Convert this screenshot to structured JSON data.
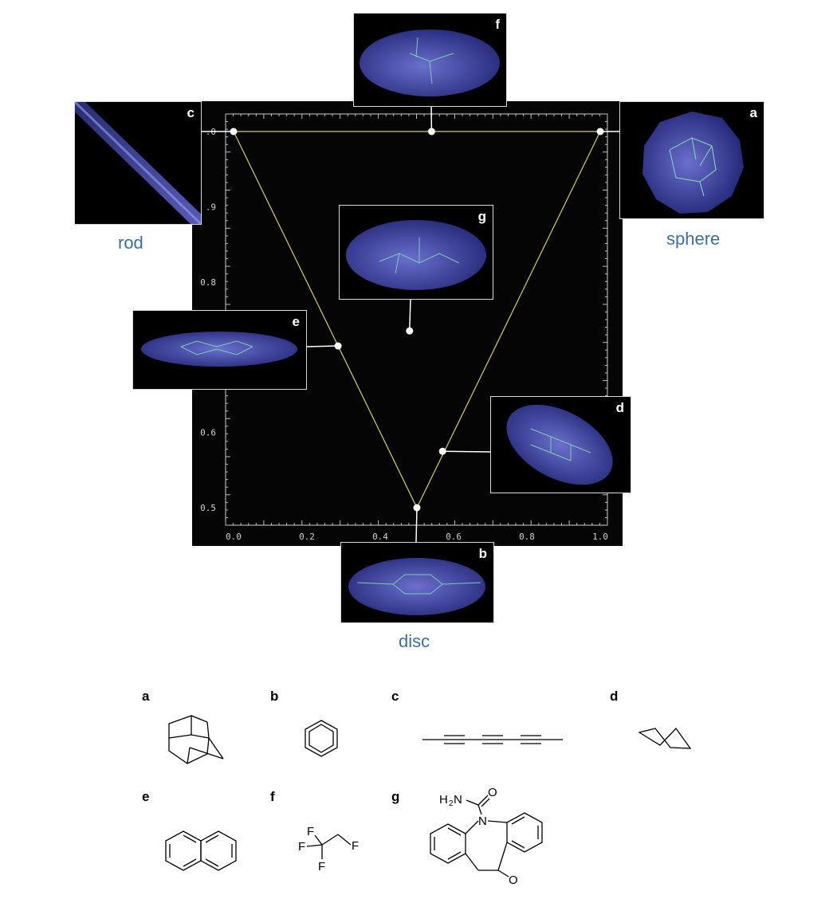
{
  "chart_data": {
    "type": "scatter",
    "title": "",
    "xlabel": "",
    "ylabel": "",
    "xlim": [
      0.0,
      1.0
    ],
    "ylim": [
      0.5,
      1.0
    ],
    "x_ticks": [
      "0.0",
      "0.2",
      "0.4",
      "0.6",
      "0.8",
      "1.0"
    ],
    "y_ticks": [
      ".0",
      ".9",
      "0.8",
      "0.6",
      "0.5"
    ],
    "grid": false,
    "triangle": [
      [
        0.0,
        1.0
      ],
      [
        1.0,
        1.0
      ],
      [
        0.5,
        0.5
      ]
    ],
    "points": [
      {
        "label": "a",
        "x": 1.0,
        "y": 1.0
      },
      {
        "label": "b",
        "x": 0.5,
        "y": 0.5
      },
      {
        "label": "c",
        "x": 0.0,
        "y": 1.0
      },
      {
        "label": "d",
        "x": 0.57,
        "y": 0.575
      },
      {
        "label": "e",
        "x": 0.285,
        "y": 0.715
      },
      {
        "label": "f",
        "x": 0.54,
        "y": 1.0
      },
      {
        "label": "g",
        "x": 0.48,
        "y": 0.735
      }
    ],
    "shape_labels": {
      "rod": "rod",
      "sphere": "sphere",
      "disc": "disc"
    },
    "colors": {
      "triangle": "#d8d050",
      "background": "#050505",
      "ellipsoid": "#3a3f9a",
      "label_blue": "#3a6ea5"
    }
  },
  "insets": {
    "a": "a",
    "b": "b",
    "c": "c",
    "d": "d",
    "e": "e",
    "f": "f",
    "g": "g"
  },
  "structures": {
    "labels": [
      "a",
      "b",
      "c",
      "d",
      "e",
      "f",
      "g"
    ],
    "atoms_f": {
      "F1": "F",
      "F2": "F",
      "F3": "F",
      "F4": "F"
    },
    "atoms_g": {
      "amine": "H",
      "sub2": "2",
      "N_amide": "N",
      "O_top": "O",
      "N_ring": "N",
      "O_ketone": "O"
    }
  }
}
